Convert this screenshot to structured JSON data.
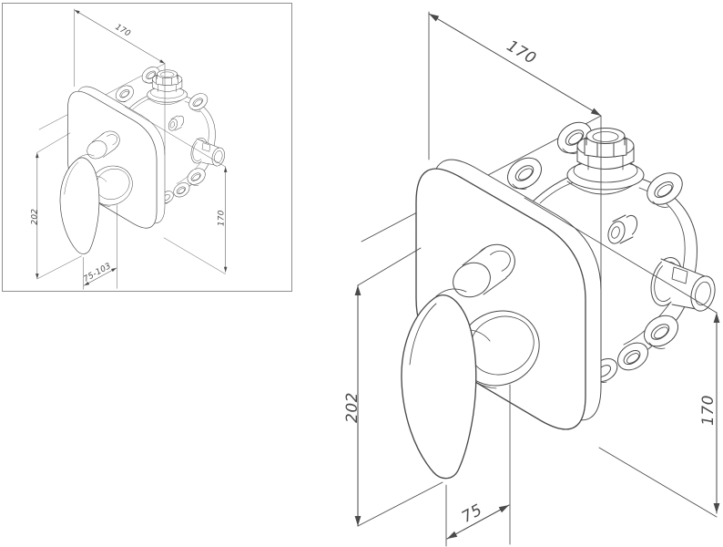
{
  "views": {
    "thumbnail": {
      "dim_top": "170",
      "dim_left": "202",
      "dim_right": "170",
      "dim_bottom": "75-103"
    },
    "main": {
      "dim_top": "170",
      "dim_left": "202",
      "dim_right": "170",
      "dim_bottom": "75"
    }
  },
  "style": {
    "background": "#ffffff",
    "line_color": "#4a4a4a",
    "text_color": "#4a4a4a",
    "box_border_color": "#8f8f8f"
  }
}
